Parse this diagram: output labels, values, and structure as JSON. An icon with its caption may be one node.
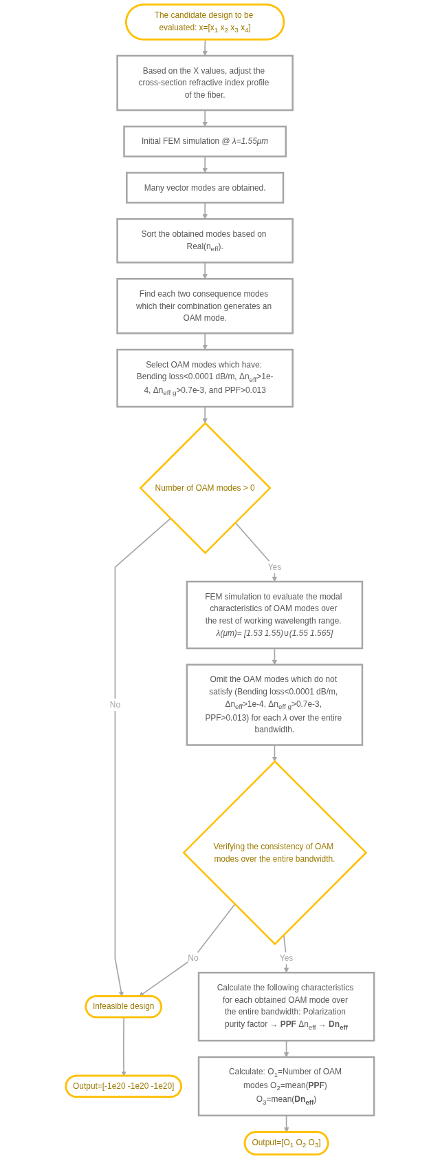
{
  "diagram": {
    "nodes": [
      {
        "text": [
          "The candidate design to be evaluated: x=[x$_{1}$ x$_{2}$ x$_{3}$ x$_{4}$]"
        ]
      },
      {
        "text": [
          "Based on the X values, adjust the cross-section refractive index profile of the fiber."
        ]
      },
      {
        "text": [
          "Initial FEM simulation @ *λ=1.55μm*"
        ]
      },
      {
        "text": [
          "Many vector modes are obtained."
        ]
      },
      {
        "text": [
          "Sort the obtained modes based on Real(n$_{eff}$)."
        ]
      },
      {
        "text": [
          "Find each two consequence modes which their combination generates an OAM mode."
        ]
      },
      {
        "text": [
          "Select OAM modes which have: Bending loss<0.0001 dB/m, Δn$_{eff}$>1e-4, Δn$_{eff g}$>0.7e-3, and PPF>0.013"
        ]
      },
      {
        "text": [
          "Number of OAM modes > 0"
        ]
      },
      {
        "text": [
          "FEM simulation to evaluate the modal characteristics of OAM modes over the rest of working wavelength range. *λ(μm)= [1.53 1.55)*∪*(1.55 1.565]*"
        ]
      },
      {
        "text": [
          "Omit the OAM modes which do not satisfy (Bending loss<0.0001 dB/m, Δn$_{eff}$>1e-4, Δn$_{eff g}$>0.7e-3, PPF>0.013) for each *λ* over the entire bandwidth."
        ]
      },
      {
        "text": [
          "Verifying the consistency of OAM modes over the entire bandwidth."
        ]
      },
      {
        "text": [
          "Calculate the following characteristics for each obtained OAM mode over the entire bandwidth: Polarization purity factor → **PPF** Δn$_{eff}$ → **Dn$_{eff}$**"
        ]
      },
      {
        "text": [
          "Calculate: O$_{1}$=Number of OAM modes O$_{2}$=mean(**PPF**) O$_{3}$=mean(**Dn$_{eff}$**)"
        ]
      },
      {
        "text": [
          "Output=[O$_{1}$ O$_{2}$ O$_{3}$]"
        ]
      },
      {
        "text": [
          "Infeasible design"
        ]
      },
      {
        "text": [
          "Output=[-1e20 -1e20 -1e20]"
        ]
      }
    ],
    "edges": [
      {
        "from": 0,
        "to": 1,
        "arrow": "to"
      },
      {
        "from": 1,
        "to": 2,
        "arrow": "to"
      },
      {
        "from": 2,
        "to": 3,
        "arrow": "to"
      },
      {
        "from": 3,
        "to": 4,
        "arrow": "to"
      },
      {
        "from": 4,
        "to": 5,
        "arrow": "to"
      },
      {
        "from": 5,
        "to": 6,
        "arrow": "to"
      },
      {
        "from": 6,
        "to": 7,
        "arrow": "to"
      },
      {
        "from": 7,
        "to": 14,
        "label": "No",
        "arrow": "to"
      },
      {
        "from": 7,
        "to": 8,
        "label": "Yes",
        "arrow": "to"
      },
      {
        "from": 8,
        "to": 9,
        "arrow": "to"
      },
      {
        "from": 9,
        "to": 10,
        "arrow": "to"
      },
      {
        "from": 10,
        "to": 14,
        "label": "No",
        "arrow": "to"
      },
      {
        "from": 10,
        "to": 11,
        "label": "Yes",
        "arrow": "to"
      },
      {
        "from": 11,
        "to": 12,
        "arrow": "to"
      },
      {
        "from": 12,
        "to": 13,
        "arrow": "to"
      },
      {
        "from": 14,
        "to": 15,
        "arrow": "to"
      }
    ]
  }
}
